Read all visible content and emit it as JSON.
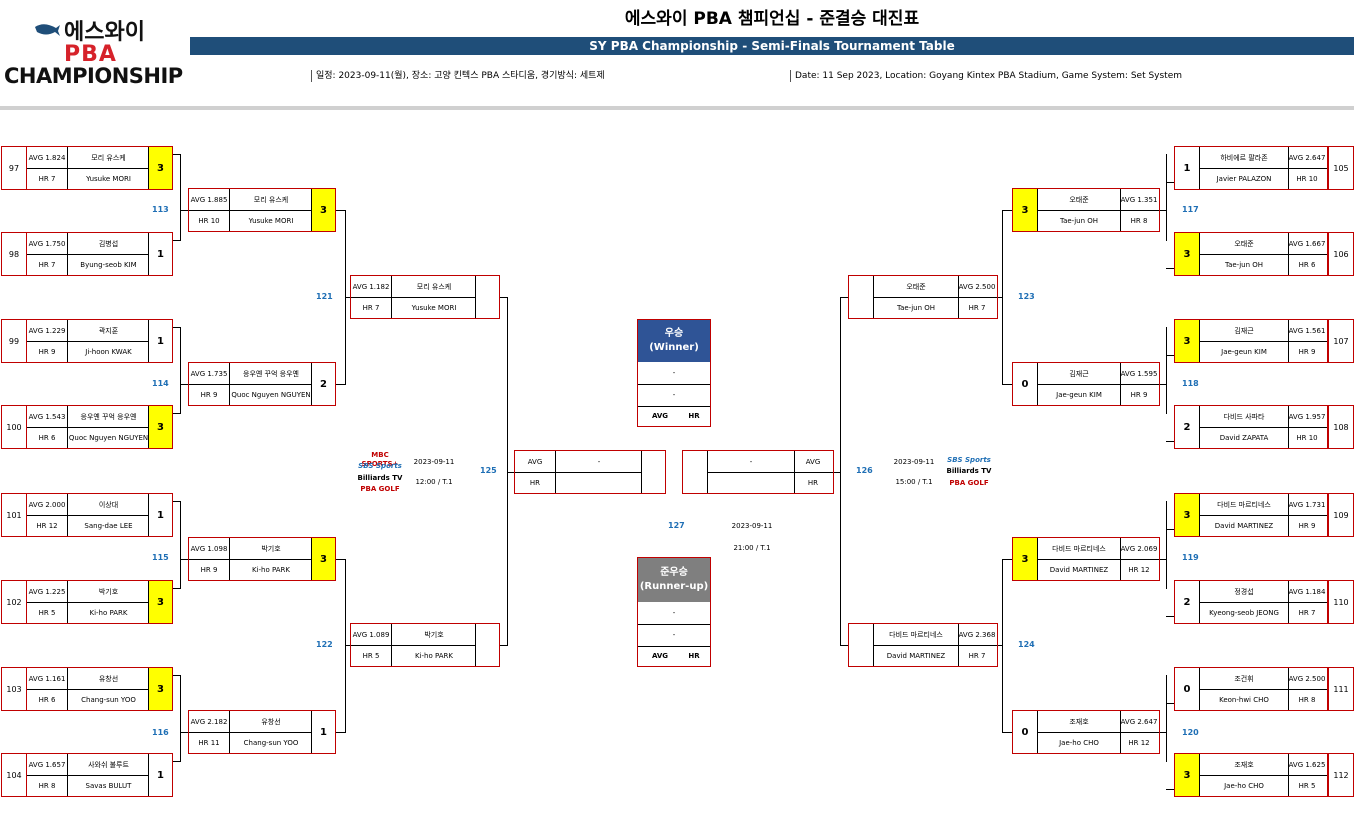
{
  "header": {
    "logo_brand": "에스와이",
    "logo_pba": "PBA",
    "logo_champ": "CHAMPIONSHIP",
    "title_kr": "에스와이 PBA 챔피언십 - 준결승 대진표",
    "title_en": "SY PBA Championship - Semi-Finals Tournament Table",
    "info_kr": "일정: 2023-09-11(월), 장소: 고양 킨텍스 PBA 스타디움, 경기방식: 세트제",
    "info_en": "Date: 11 Sep 2023, Location: Goyang Kintex PBA Stadium, Game System: Set System"
  },
  "colors": {
    "banner": "#1f4e79",
    "win": "#ffff00",
    "match_no": "#1f6fb5",
    "winner_box": "#2f5496",
    "runner_box": "#7f7f7f"
  },
  "r1": [
    {
      "seed": "97",
      "avg": "AVG 1.824",
      "hr": "HR 7",
      "kr": "모리 유스케",
      "en": "Yusuke MORI",
      "score": "3",
      "win": true
    },
    {
      "seed": "98",
      "avg": "AVG 1.750",
      "hr": "HR 7",
      "kr": "김병섭",
      "en": "Byung-seob KIM",
      "score": "1",
      "win": false
    },
    {
      "seed": "99",
      "avg": "AVG 1.229",
      "hr": "HR 9",
      "kr": "곽지훈",
      "en": "Ji-hoon KWAK",
      "score": "1",
      "win": false
    },
    {
      "seed": "100",
      "avg": "AVG 1.543",
      "hr": "HR 6",
      "kr": "응우옌 꾸억 응우옌",
      "en": "Quoc Nguyen NGUYEN",
      "score": "3",
      "win": true
    },
    {
      "seed": "101",
      "avg": "AVG 2.000",
      "hr": "HR 12",
      "kr": "이상대",
      "en": "Sang-dae LEE",
      "score": "1",
      "win": false
    },
    {
      "seed": "102",
      "avg": "AVG 1.225",
      "hr": "HR 5",
      "kr": "박기호",
      "en": "Ki-ho PARK",
      "score": "3",
      "win": true
    },
    {
      "seed": "103",
      "avg": "AVG 1.161",
      "hr": "HR 6",
      "kr": "유창선",
      "en": "Chang-sun YOO",
      "score": "3",
      "win": true
    },
    {
      "seed": "104",
      "avg": "AVG 1.657",
      "hr": "HR 8",
      "kr": "사와쉬 불루트",
      "en": "Savas BULUT",
      "score": "1",
      "win": false
    },
    {
      "seed": "105",
      "avg": "AVG 2.647",
      "hr": "HR 10",
      "kr": "하비에르 팔라존",
      "en": "Javier PALAZON",
      "score": "1",
      "win": false
    },
    {
      "seed": "106",
      "avg": "AVG 1.667",
      "hr": "HR 6",
      "kr": "오태준",
      "en": "Tae-jun OH",
      "score": "3",
      "win": true
    },
    {
      "seed": "107",
      "avg": "AVG 1.561",
      "hr": "HR 9",
      "kr": "김재근",
      "en": "Jae-geun KIM",
      "score": "3",
      "win": true
    },
    {
      "seed": "108",
      "avg": "AVG 1.957",
      "hr": "HR 10",
      "kr": "다비드 사파타",
      "en": "David ZAPATA",
      "score": "2",
      "win": false
    },
    {
      "seed": "109",
      "avg": "AVG 1.731",
      "hr": "HR 9",
      "kr": "다비드 마르티네스",
      "en": "David MARTINEZ",
      "score": "3",
      "win": true
    },
    {
      "seed": "110",
      "avg": "AVG 1.184",
      "hr": "HR 7",
      "kr": "정경섭",
      "en": "Kyeong-seob JEONG",
      "score": "2",
      "win": false
    },
    {
      "seed": "111",
      "avg": "AVG 2.500",
      "hr": "HR 8",
      "kr": "조건휘",
      "en": "Keon-hwi CHO",
      "score": "0",
      "win": false
    },
    {
      "seed": "112",
      "avg": "AVG 1.625",
      "hr": "HR 5",
      "kr": "조재호",
      "en": "Jae-ho CHO",
      "score": "3",
      "win": true
    }
  ],
  "r2": [
    {
      "avg": "AVG 1.885",
      "hr": "HR 10",
      "kr": "모리 유스케",
      "en": "Yusuke MORI",
      "score": "3",
      "win": true
    },
    {
      "avg": "AVG 1.735",
      "hr": "HR 9",
      "kr": "응우옌 꾸억 응우옌",
      "en": "Quoc Nguyen NGUYEN",
      "score": "2",
      "win": false
    },
    {
      "avg": "AVG 1.098",
      "hr": "HR 9",
      "kr": "박기호",
      "en": "Ki-ho PARK",
      "score": "3",
      "win": true
    },
    {
      "avg": "AVG 2.182",
      "hr": "HR 11",
      "kr": "유창선",
      "en": "Chang-sun YOO",
      "score": "1",
      "win": false
    },
    {
      "avg": "AVG 1.351",
      "hr": "HR 8",
      "kr": "오태준",
      "en": "Tae-jun OH",
      "score": "3",
      "win": true
    },
    {
      "avg": "AVG 1.595",
      "hr": "HR 9",
      "kr": "김재근",
      "en": "Jae-geun KIM",
      "score": "0",
      "win": false
    },
    {
      "avg": "AVG 2.069",
      "hr": "HR 12",
      "kr": "다비드 마르티네스",
      "en": "David MARTINEZ",
      "score": "3",
      "win": true
    },
    {
      "avg": "AVG 2.647",
      "hr": "HR 12",
      "kr": "조재호",
      "en": "Jae-ho CHO",
      "score": "0",
      "win": false
    }
  ],
  "r3": [
    {
      "avg": "AVG 1.182",
      "hr": "HR 7",
      "kr": "모리 유스케",
      "en": "Yusuke MORI",
      "score": "",
      "win": false
    },
    {
      "avg": "AVG 1.089",
      "hr": "HR 5",
      "kr": "박기호",
      "en": "Ki-ho PARK",
      "score": "",
      "win": false
    },
    {
      "avg": "AVG 2.500",
      "hr": "HR 7",
      "kr": "오태준",
      "en": "Tae-jun OH",
      "score": "",
      "win": false
    },
    {
      "avg": "AVG 2.368",
      "hr": "HR 7",
      "kr": "다비드 마르티네스",
      "en": "David MARTINEZ",
      "score": "",
      "win": false
    }
  ],
  "final": [
    {
      "avg": "AVG",
      "hr": "HR",
      "kr": "-",
      "en": "",
      "score": "",
      "win": false
    },
    {
      "avg": "AVG",
      "hr": "HR",
      "kr": "-",
      "en": "",
      "score": "",
      "win": false
    }
  ],
  "match_numbers": [
    "113",
    "114",
    "115",
    "116",
    "117",
    "118",
    "119",
    "120",
    "121",
    "122",
    "123",
    "124",
    "125",
    "126",
    "127"
  ],
  "schedule": {
    "left_date": "2023-09-11",
    "left_time": "12:00 / T.1",
    "right_date": "2023-09-11",
    "right_time": "15:00 / T.1",
    "final_date": "2023-09-11",
    "final_time": "21:00 / T.1"
  },
  "broadcasters": {
    "mbc": "MBC SPORTS+",
    "sbs": "SBS Sports",
    "billiards": "Billiards TV",
    "pba": "PBA GOLF"
  },
  "winner": {
    "label1": "우승",
    "label2": "(Winner)",
    "line1": "-",
    "line2": "-",
    "avg": "AVG",
    "hr": "HR"
  },
  "runnerup": {
    "label1": "준우승",
    "label2": "(Runner-up)",
    "line1": "-",
    "line2": "-",
    "avg": "AVG",
    "hr": "HR"
  }
}
